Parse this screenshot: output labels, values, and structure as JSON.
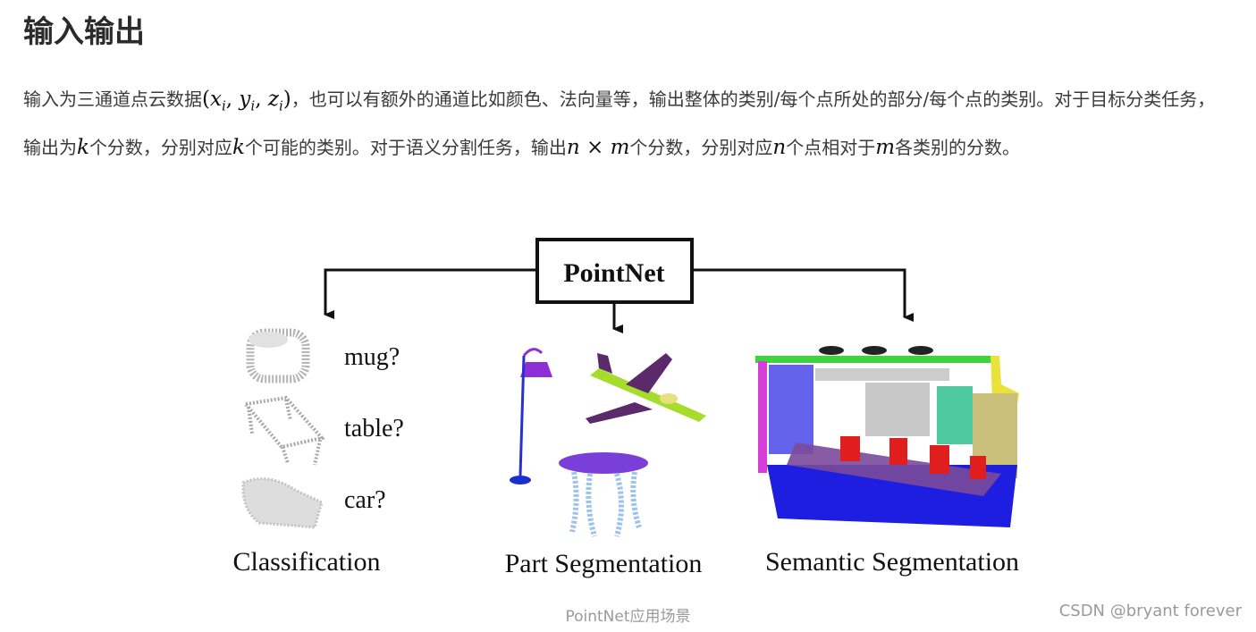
{
  "heading": "输入输出",
  "paragraph": {
    "p1": "输入为三通道点云数据",
    "p2": "，也可以有额外的通道比如颜色、法向量等，输出整体的类别/每个点所处的部分/每个点的类别。对于目标分类任务，输出为",
    "p3": "个分数，分别对应",
    "p4": "个可能的类别。对于语义分割任务，输出",
    "p5": "个分数，分别对应",
    "p6": "个点相对于",
    "p7": "各类别的分数。",
    "math_xyz": {
      "x": "x",
      "y": "y",
      "z": "z",
      "sub": "i"
    },
    "math_k": "k",
    "math_n": "n",
    "math_m": "m",
    "math_times": "×"
  },
  "figure": {
    "box_label": "PointNet",
    "classification": {
      "title": "Classification",
      "items": [
        "mug?",
        "table?",
        "car?"
      ]
    },
    "part_segmentation_title": "Part Segmentation",
    "semantic_segmentation_title": "Semantic Segmentation",
    "colors": {
      "lamp": "#8e2fd6",
      "lamp_base": "#1a2fd0",
      "plane_body": "#a7dc2c",
      "plane_wings": "#5b2a6b",
      "table_top": "#7b3fd9",
      "table_legs": "#9ec3ea",
      "room_blue": "#1e1ee0",
      "room_red": "#e01e1e",
      "room_green": "#3fd33f",
      "room_yellow": "#e8e23a",
      "room_magenta": "#d63fd6",
      "room_gray": "#c8c8c8"
    }
  },
  "caption": "PointNet应用场景",
  "watermark": "CSDN @bryant forever"
}
